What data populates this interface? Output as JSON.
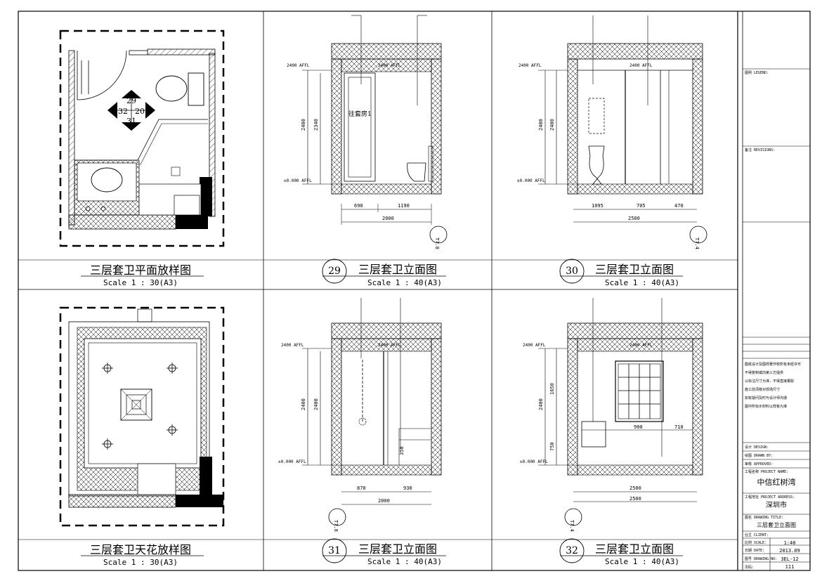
{
  "panels": [
    {
      "title": "三层套卫平面放样图",
      "scale": "Scale 1 : 30(A3)"
    },
    {
      "num": "29",
      "title": "三层套卫立面图",
      "scale": "Scale 1 : 40(A3)"
    },
    {
      "num": "30",
      "title": "三层套卫立面图",
      "scale": "Scale 1 : 40(A3)"
    },
    {
      "title": "三层套卫天花放样图",
      "scale": "Scale 1 : 30(A3)"
    },
    {
      "num": "31",
      "title": "三层套卫立面图",
      "scale": "Scale 1 : 40(A3)"
    },
    {
      "num": "32",
      "title": "三层套卫立面图",
      "scale": "Scale 1 : 40(A3)"
    }
  ],
  "plan_marks": {
    "top": "29",
    "left": "32",
    "right": "20",
    "bottom": "31"
  },
  "elev29": {
    "level_top": "2400 AFFL",
    "level_top2": "2400 AFFL",
    "level_floor": "±0.000 AFFL",
    "dim_h_total": "2400",
    "dim_h_inner": "2340",
    "dim_w1": "690",
    "dim_w2": "1190",
    "dim_total": "2000",
    "note": "往套房1",
    "ref": "T7.8"
  },
  "elev30": {
    "level_top": "2400 AFFL",
    "level_top2": "2400 AFFL",
    "level_floor": "±0.000 AFFL",
    "dim_h1": "2400",
    "dim_h2": "2400",
    "dim_w1": "1095",
    "dim_w2": "705",
    "dim_w3": "470",
    "dim_total": "2500",
    "ref": "T7.4"
  },
  "elev31": {
    "level_top": "2400 AFFL",
    "level_top2": "2400 AFFL",
    "level_floor": "±0.000 AFFL",
    "dim_h1": "2400",
    "dim_h2": "2400",
    "dim_h3": "350",
    "dim_w1": "870",
    "dim_w2": "930",
    "dim_total": "2000",
    "ref": "T7.8"
  },
  "elev32": {
    "level_top": "2400 AFFL",
    "level_top2": "2400 AFFL",
    "level_floor": "±0.000 AFFL",
    "dim_h_total": "2400",
    "dim_h1": "1650",
    "dim_h2": "750",
    "dim_w1": "900",
    "dim_w2": "710",
    "dim_total1": "2500",
    "dim_total2": "2500",
    "ref": "T7.4"
  },
  "title_block": {
    "legend": "图例 LEGEND:",
    "revisions": "备注 REVISIONS:",
    "notes": [
      "图纸设计及图样著作权所有未经许可",
      "不得复制或向第三方提供",
      "以标注尺寸为准，不得直接量取",
      "施工前须核对现场尺寸",
      "如有疑问及时与设计师沟通",
      "图中所标示材料以样板为准"
    ],
    "designer": "设计 DESIGN:",
    "drawn_by": "绘图 DRAWN BY:",
    "approved": "审核 APPROVED:",
    "project_name_label": "工程名称 PROJECT NAME:",
    "project_name": "中信红树湾",
    "project_address_label": "工程地址 PROJECT ADDRESS:",
    "project_address": "深圳市",
    "drawing_title_label": "图名 DRAWING TITLE:",
    "drawing_title": "三层套卫立面图",
    "client_label": "业主 CLIENT:",
    "scale_label": "比例 SCALE:",
    "scale": "1:40",
    "date_label": "日期 DATE:",
    "date": "2013.09",
    "drawing_no_label": "图号 DRAWING NO:",
    "drawing_no": "3EL-12",
    "page_label": "页码:",
    "page": "111"
  }
}
